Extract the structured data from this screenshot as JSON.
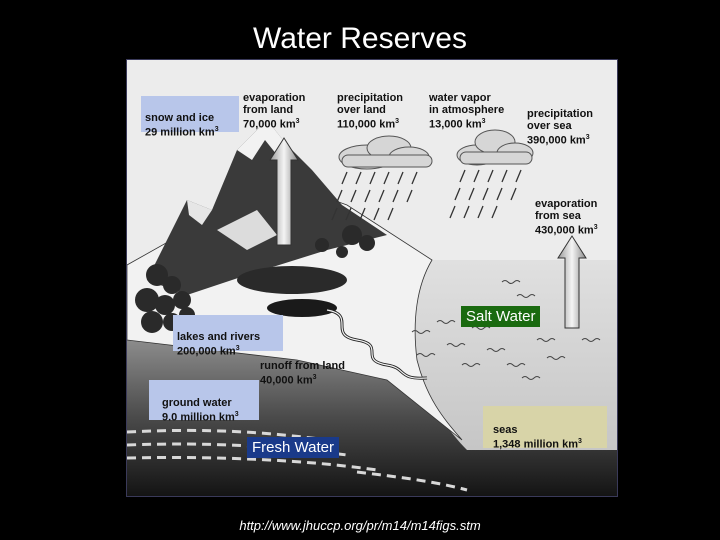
{
  "title": "Water Reserves",
  "source_url": "http://www.jhuccp.org/pr/m14/m14figs.stm",
  "labels": {
    "snow_ice": "snow and ice\n29 million km",
    "evap_land": "evaporation\nfrom land\n70,000 km",
    "precip_land": "precipitation\nover land\n110,000 km",
    "water_vapor": "water vapor\nin atmosphere\n13,000 km",
    "precip_sea": "precipitation\nover sea\n390,000 km",
    "evap_sea": "evaporation\nfrom sea\n430,000 km",
    "lakes_rivers": "lakes and rivers\n200,000 km",
    "runoff": "runoff from land\n40,000 km",
    "ground_water": "ground water\n9.0 million km",
    "seas": "seas\n1,348 million km"
  },
  "unit_superscript": "3",
  "overlay_tags": {
    "salt_water": "Salt Water",
    "fresh_water": "Fresh Water"
  },
  "colors": {
    "salt_tag_bg": "#1a6a10",
    "fresh_tag_bg": "#1a3a8a",
    "label_blue_bg": "#b8c6ea",
    "label_tan_bg": "#d8d4a8",
    "sea": "#d4d4d4",
    "ground": "#6a6a6a"
  }
}
